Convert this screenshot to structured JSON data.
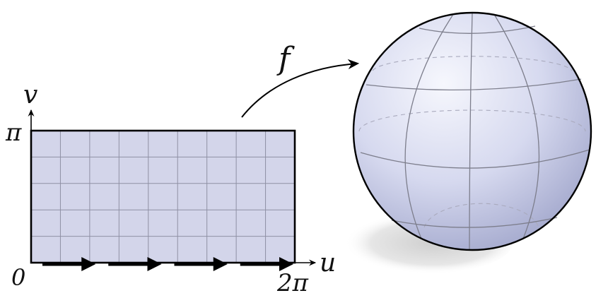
{
  "labels": {
    "map": "f",
    "axis_u": "u",
    "axis_v": "v",
    "origin": "0",
    "u_max": "2π",
    "v_max": "π"
  },
  "domain": {
    "u_divisions": 9,
    "v_divisions": 5,
    "bottom_edge_arrows": 4
  },
  "colors": {
    "domain_fill": "#d3d5ea",
    "grid": "#8f90a4",
    "sphere_light": "#f4f5fc",
    "sphere_mid": "#cfd2ec",
    "sphere_dark": "#9ea3c8",
    "outline": "#000000"
  }
}
